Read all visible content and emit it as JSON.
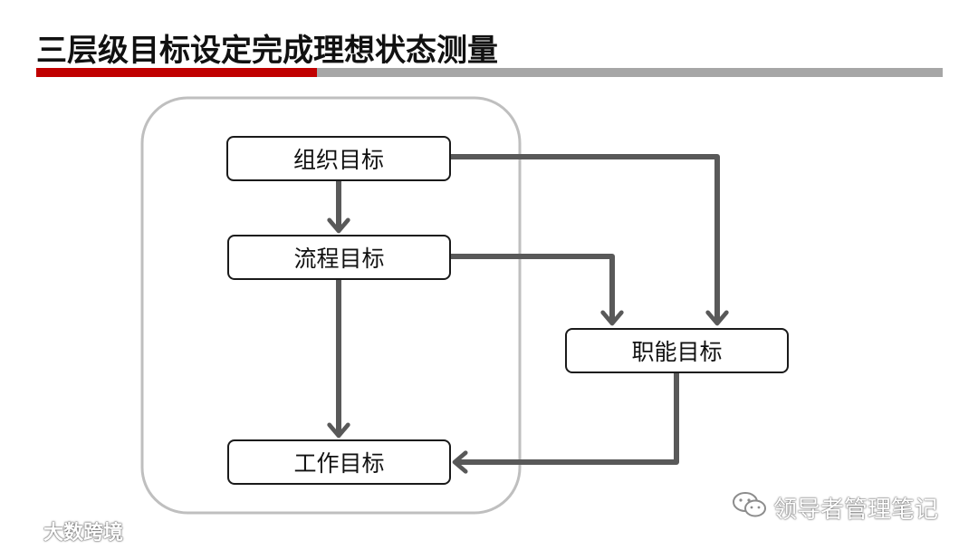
{
  "title": "三层级目标设定完成理想状态测量",
  "colors": {
    "accent_red": "#c00000",
    "accent_gray": "#a6a6a6",
    "arrow": "#595959",
    "group_border": "#bfbfbf"
  },
  "nodes": {
    "org_goal": "组织目标",
    "process_goal": "流程目标",
    "functional_goal": "职能目标",
    "work_goal": "工作目标"
  },
  "edges": [
    {
      "from": "org_goal",
      "to": "process_goal"
    },
    {
      "from": "process_goal",
      "to": "work_goal"
    },
    {
      "from": "org_goal",
      "to": "functional_goal"
    },
    {
      "from": "process_goal",
      "to": "functional_goal"
    },
    {
      "from": "functional_goal",
      "to": "work_goal"
    }
  ],
  "watermarks": {
    "left_text": "大数跨境",
    "left_icon": "loop-logo-icon",
    "right_text": "领导者管理笔记",
    "right_icon": "wechat-icon"
  }
}
